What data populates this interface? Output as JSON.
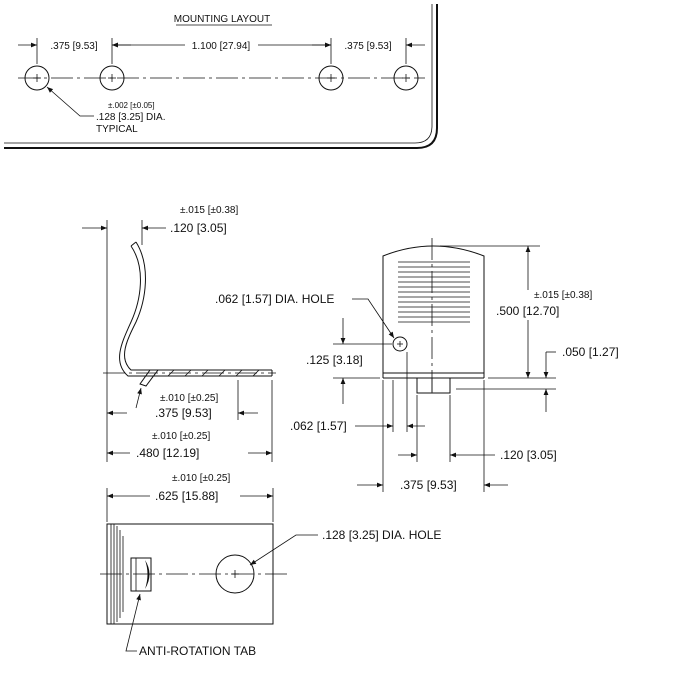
{
  "mounting_layout": {
    "title": "MOUNTING LAYOUT",
    "dim_left": ".375 [9.53]",
    "dim_center": "1.100 [27.94]",
    "dim_right": ".375 [9.53]",
    "hole_tolerance": "±.002 [±0.05]",
    "hole_size": ".128 [3.25] DIA.",
    "hole_note": "TYPICAL"
  },
  "side_view": {
    "tol_top": "±.015 [±0.38]",
    "dim_top": ".120 [3.05]",
    "tol_375": "±.010 [±0.25]",
    "dim_375": ".375 [9.53]",
    "tol_480": "±.010 [±0.25]",
    "dim_480": ".480 [12.19]"
  },
  "front_view": {
    "hole_label": ".062 [1.57] DIA. HOLE",
    "tol_500": "±.015 [±0.38]",
    "dim_500": ".500 [12.70]",
    "dim_125": ".125 [3.18]",
    "dim_050": ".050 [1.27]",
    "dim_062": ".062 [1.57]",
    "dim_120": ".120 [3.05]",
    "dim_375": ".375 [9.53]"
  },
  "bottom_view": {
    "tol_625": "±.010 [±0.25]",
    "dim_625": ".625 [15.88]",
    "hole_label": ".128 [3.25] DIA. HOLE",
    "tab_label": "ANTI-ROTATION TAB"
  }
}
